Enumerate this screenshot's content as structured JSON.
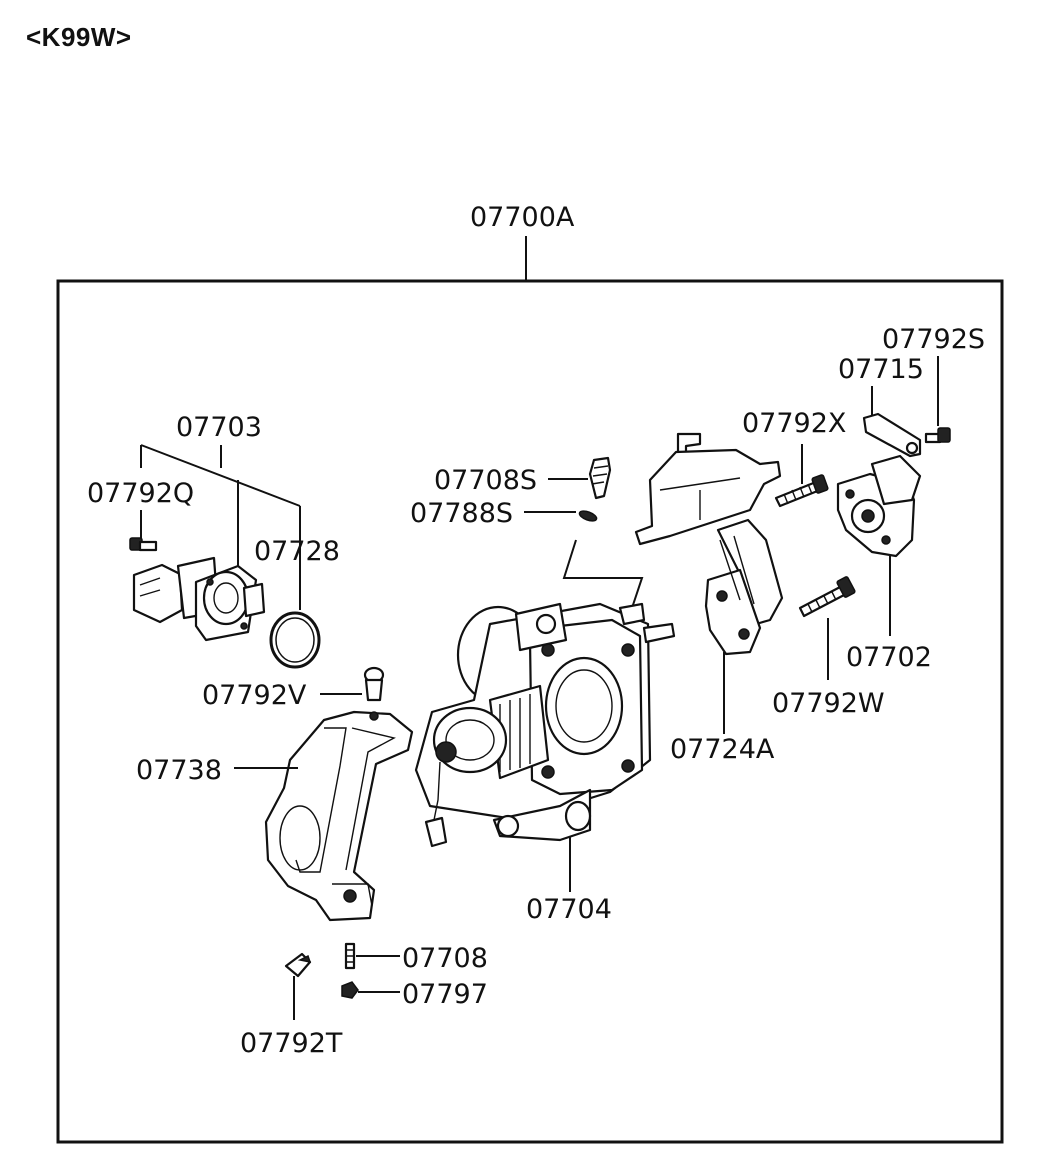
{
  "header": {
    "model_code": "<K99W>"
  },
  "assembly": {
    "label": "07700A"
  },
  "parts": {
    "p07703": "07703",
    "p07792Q": "07792Q",
    "p07728": "07728",
    "p07708S": "07708S",
    "p07788S": "07788S",
    "p07792V": "07792V",
    "p07738": "07738",
    "p07704": "07704",
    "p07708": "07708",
    "p07797": "07797",
    "p07792T": "07792T",
    "p07792S": "07792S",
    "p07715": "07715",
    "p07792X": "07792X",
    "p07702": "07702",
    "p07792W": "07792W",
    "p07724A": "07724A"
  }
}
